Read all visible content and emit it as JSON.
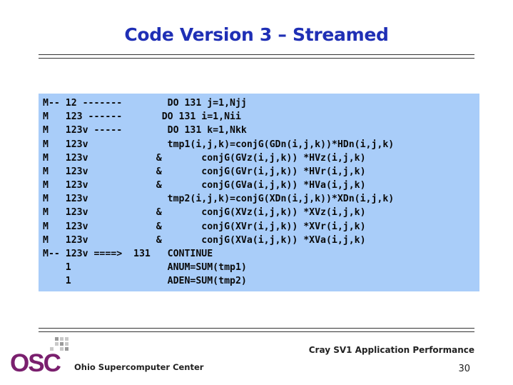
{
  "slide": {
    "title": "Code Version 3 – Streamed",
    "code_lines": [
      "M-- 12 -------        DO 131 j=1,Njj",
      "M   123 ------       DO 131 i=1,Nii",
      "M   123v -----        DO 131 k=1,Nkk",
      "M   123v              tmp1(i,j,k)=conjG(GDn(i,j,k))*HDn(i,j,k)",
      "M   123v            &       conjG(GVz(i,j,k)) *HVz(i,j,k)",
      "M   123v            &       conjG(GVr(i,j,k)) *HVr(i,j,k)",
      "M   123v            &       conjG(GVa(i,j,k)) *HVa(i,j,k)",
      "M   123v              tmp2(i,j,k)=conjG(XDn(i,j,k))*XDn(i,j,k)",
      "M   123v            &       conjG(XVz(i,j,k)) *XVz(i,j,k)",
      "M   123v            &       conjG(XVr(i,j,k)) *XVr(i,j,k)",
      "M   123v            &       conjG(XVa(i,j,k)) *XVa(i,j,k)",
      "M-- 123v ====>  131   CONTINUE",
      "    1                 ANUM=SUM(tmp1)",
      "    1                 ADEN=SUM(tmp2)"
    ],
    "footer_title": "Cray SV1 Application Performance",
    "organization": "Ohio Supercomputer Center",
    "page_number": "30",
    "logo_text": "OSC",
    "colors": {
      "title": "#1f2fb5",
      "code_background": "#a9cdf9",
      "logo": "#7a1f6e"
    }
  }
}
